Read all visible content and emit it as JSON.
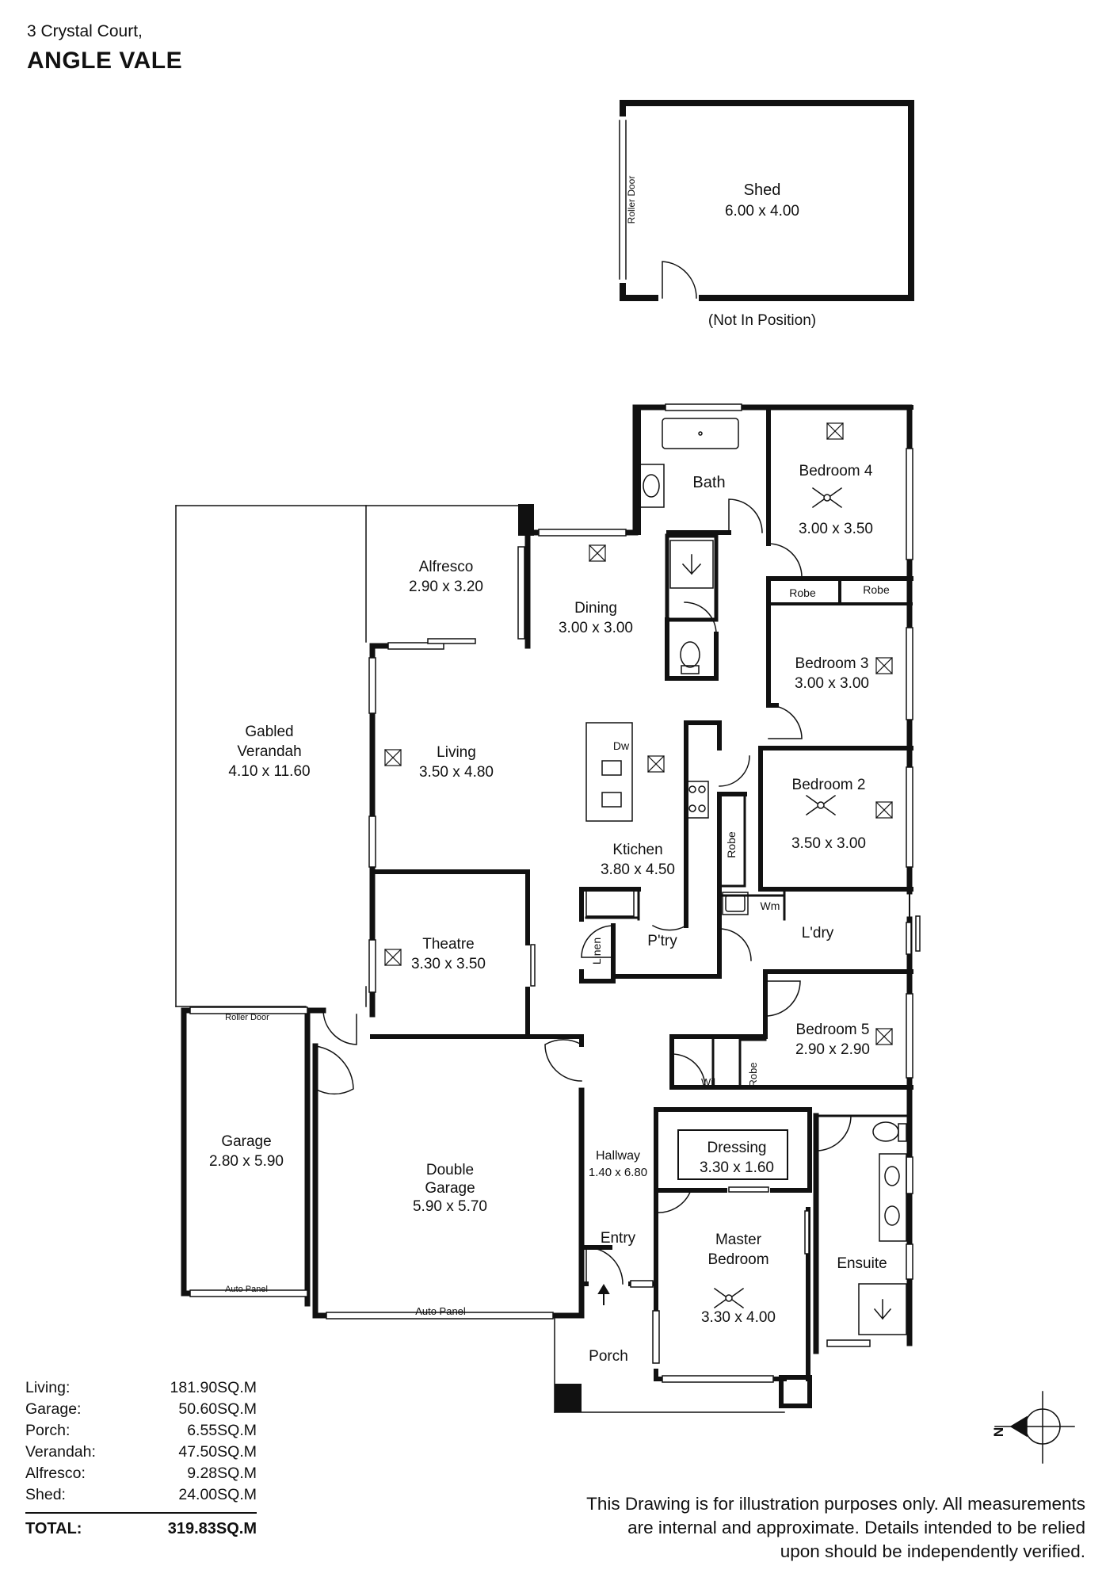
{
  "address": {
    "street": "3 Crystal Court,",
    "suburb": "ANGLE VALE"
  },
  "rooms": {
    "shed": {
      "name": "Shed",
      "dims": "6.00 x 4.00"
    },
    "shed_note": "(Not In Position)",
    "shed_door": "Roller Door",
    "bath": {
      "name": "Bath"
    },
    "bedroom4": {
      "name": "Bedroom 4",
      "dims": "3.00 x 3.50"
    },
    "robe_b4_left": "Robe",
    "robe_b4_right": "Robe",
    "alfresco": {
      "name": "Alfresco",
      "dims": "2.90 x 3.20"
    },
    "dining": {
      "name": "Dining",
      "dims": "3.00 x 3.00"
    },
    "bedroom3": {
      "name": "Bedroom 3",
      "dims": "3.00 x 3.00"
    },
    "verandah": {
      "name_line1": "Gabled",
      "name_line2": "Verandah",
      "dims": "4.10 x 11.60"
    },
    "living": {
      "name": "Living",
      "dims": "3.50 x 4.80"
    },
    "dw": "Dw",
    "bedroom2": {
      "name": "Bedroom 2",
      "dims": "3.50 x 3.00"
    },
    "robe_b2": "Robe",
    "kitchen": {
      "name": "Ktichen",
      "dims": "3.80 x 4.50"
    },
    "wm": "Wm",
    "laundry": {
      "name": "L'dry"
    },
    "theatre": {
      "name": "Theatre",
      "dims": "3.30 x 3.50"
    },
    "linen": "Linen",
    "pantry": "P'try",
    "garage_roller": "Roller Door",
    "bedroom5": {
      "name": "Bedroom 5",
      "dims": "2.90 x 2.90"
    },
    "wil": "Wil",
    "robe_b5": "Robe",
    "garage": {
      "name": "Garage",
      "dims": "2.80 x 5.90"
    },
    "double_garage": {
      "name_line1": "Double",
      "name_line2": "Garage",
      "dims": "5.90 x 5.70"
    },
    "hallway": {
      "name": "Hallway",
      "dims": "1.40 x 6.80"
    },
    "dressing": {
      "name": "Dressing",
      "dims": "3.30 x 1.60"
    },
    "entry": {
      "name": "Entry"
    },
    "master": {
      "name_line1": "Master",
      "name_line2": "Bedroom",
      "dims": "3.30 x 4.00"
    },
    "ensuite": {
      "name": "Ensuite"
    },
    "garage_auto": "Auto Panel",
    "double_auto": "Auto Panel",
    "porch": {
      "name": "Porch"
    }
  },
  "areas": [
    {
      "label": "Living:",
      "value": "181.90SQ.M"
    },
    {
      "label": "Garage:",
      "value": "50.60SQ.M"
    },
    {
      "label": "Porch:",
      "value": "6.55SQ.M"
    },
    {
      "label": "Verandah:",
      "value": "47.50SQ.M"
    },
    {
      "label": "Alfresco:",
      "value": "9.28SQ.M"
    },
    {
      "label": "Shed:",
      "value": "24.00SQ.M"
    }
  ],
  "total": {
    "label": "TOTAL:",
    "value": "319.83SQ.M"
  },
  "compass": {
    "label": "N"
  },
  "disclaimer": {
    "line1": "This Drawing is for illustration purposes only. All measurements",
    "line2": "are internal and approximate. Details intended to be relied",
    "line3": "upon should be independently verified."
  }
}
